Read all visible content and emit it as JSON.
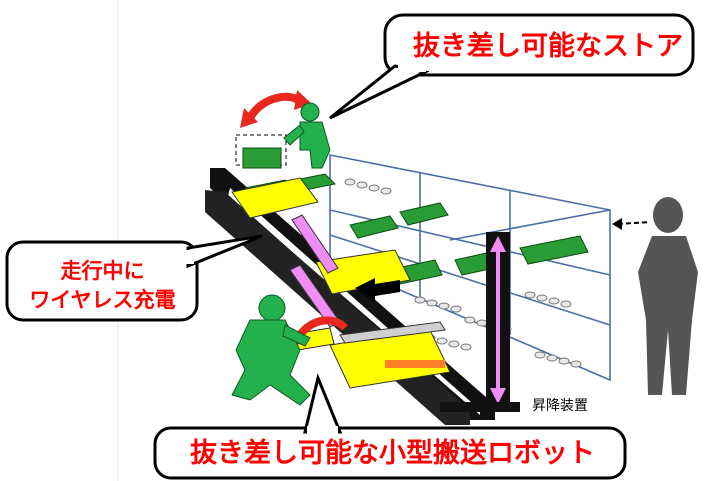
{
  "labels": {
    "store": "抜き差し可能なストア",
    "wireless_line1": "走行中に",
    "wireless_line2": "ワイヤレス充電",
    "robot": "抜き差し可能な小型搬送ロボット",
    "lift": "昇降装置"
  },
  "colors": {
    "callout_text": "#ff0000",
    "robot_yellow": "#ffff00",
    "worker_green": "#22b14c",
    "crate_green": "#1e8c2a",
    "lift_arrow": "#f08cf5",
    "shelf_frame": "#4a6fa5",
    "rack_black": "#111111",
    "person_gray": "#555555"
  },
  "icons": [
    "worker-figure",
    "observer-figure",
    "swap-arrow",
    "wheel-rollers"
  ]
}
